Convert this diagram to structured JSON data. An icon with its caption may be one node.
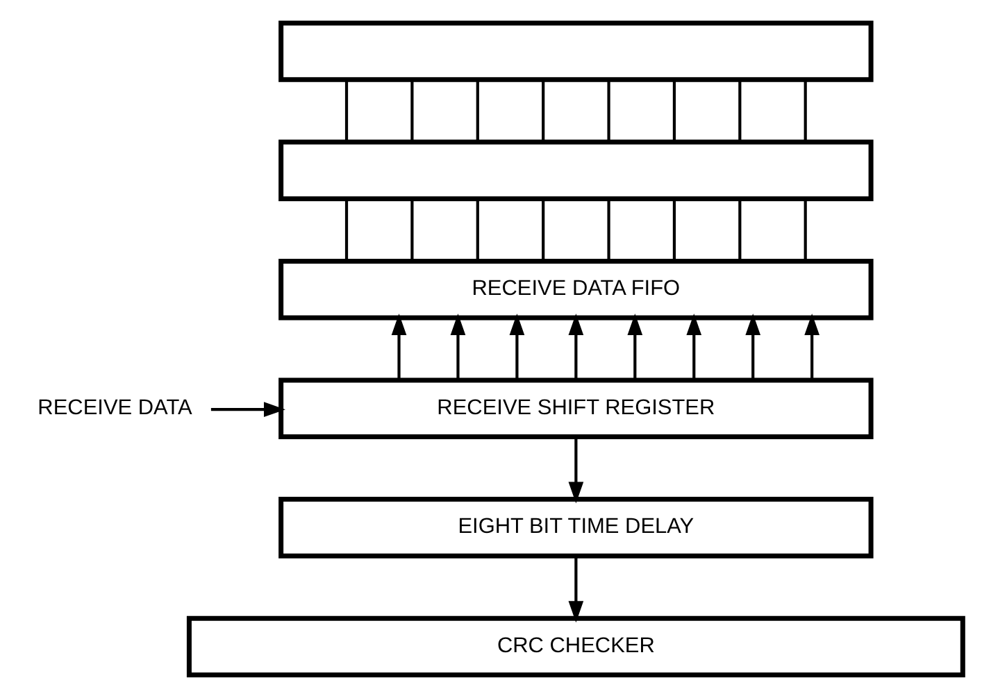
{
  "diagram": {
    "nodes": [
      {
        "text": [],
        "shape": "box"
      },
      {
        "text": [],
        "shape": "box"
      },
      {
        "text": [
          "RECEIVE DATA FIFO"
        ]
      },
      {
        "text": [
          "RECEIVE DATA"
        ]
      },
      {
        "text": [
          "RECEIVE SHIFT REGISTER"
        ]
      },
      {
        "text": [
          "EIGHT BIT TIME DELAY"
        ]
      },
      {
        "text": [
          "CRC CHECKER"
        ]
      }
    ],
    "edges": [
      {
        "from": 0,
        "to": 1,
        "arrow": "none"
      },
      {
        "from": 0,
        "to": 1,
        "arrow": "none"
      },
      {
        "from": 0,
        "to": 1,
        "arrow": "none"
      },
      {
        "from": 0,
        "to": 1,
        "arrow": "none"
      },
      {
        "from": 0,
        "to": 1,
        "arrow": "none"
      },
      {
        "from": 0,
        "to": 1,
        "arrow": "none"
      },
      {
        "from": 0,
        "to": 1,
        "arrow": "none"
      },
      {
        "from": 0,
        "to": 1,
        "arrow": "none"
      },
      {
        "from": 1,
        "to": 2,
        "arrow": "none"
      },
      {
        "from": 1,
        "to": 2,
        "arrow": "none"
      },
      {
        "from": 1,
        "to": 2,
        "arrow": "none"
      },
      {
        "from": 1,
        "to": 2,
        "arrow": "none"
      },
      {
        "from": 1,
        "to": 2,
        "arrow": "none"
      },
      {
        "from": 1,
        "to": 2,
        "arrow": "none"
      },
      {
        "from": 1,
        "to": 2,
        "arrow": "none"
      },
      {
        "from": 1,
        "to": 2,
        "arrow": "none"
      },
      {
        "from": 4,
        "to": 2,
        "arrow": "to"
      },
      {
        "from": 4,
        "to": 2,
        "arrow": "to"
      },
      {
        "from": 4,
        "to": 2,
        "arrow": "to"
      },
      {
        "from": 4,
        "to": 2,
        "arrow": "to"
      },
      {
        "from": 4,
        "to": 2,
        "arrow": "to"
      },
      {
        "from": 4,
        "to": 2,
        "arrow": "to"
      },
      {
        "from": 4,
        "to": 2,
        "arrow": "to"
      },
      {
        "from": 4,
        "to": 2,
        "arrow": "to"
      },
      {
        "from": 3,
        "to": 4,
        "arrow": "to"
      },
      {
        "from": 4,
        "to": 5,
        "arrow": "to"
      },
      {
        "from": 5,
        "to": 6,
        "arrow": "to"
      }
    ]
  }
}
